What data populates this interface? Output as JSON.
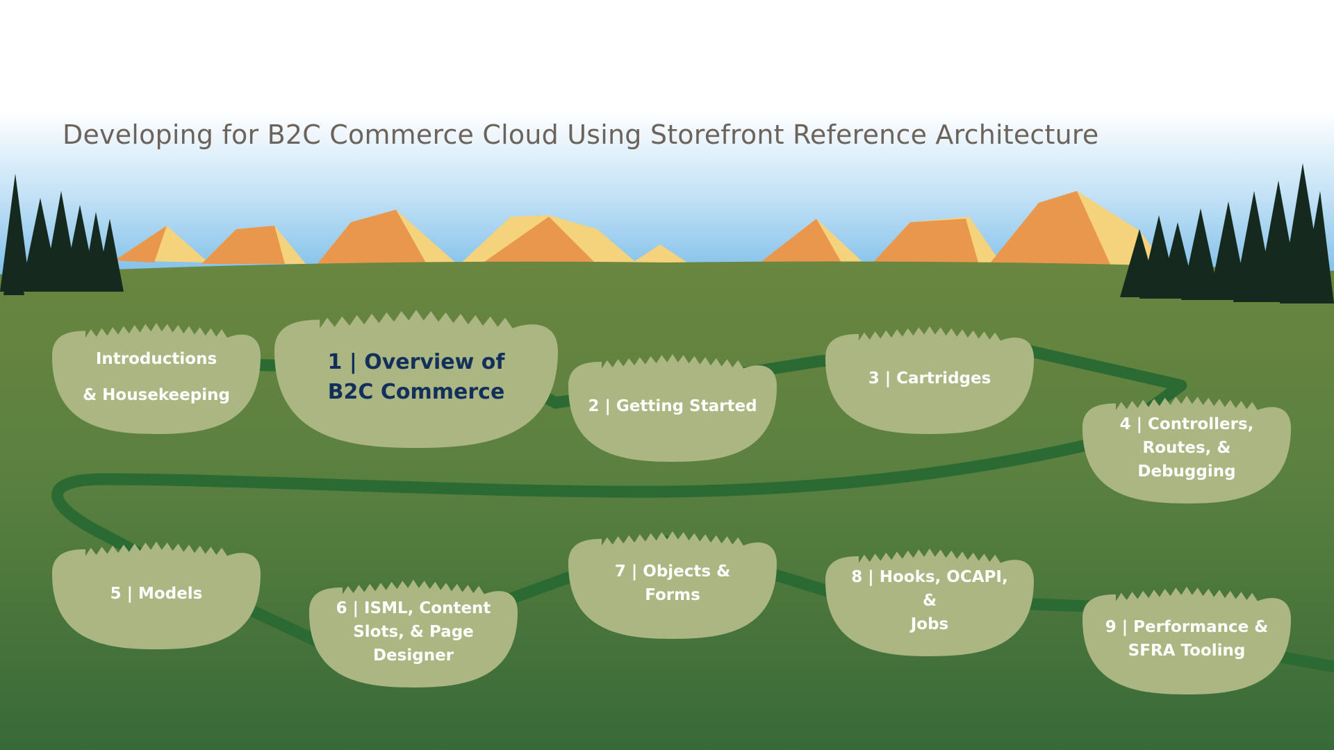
{
  "title": "Developing for B2C Commerce Cloud Using Storefront Reference Architecture",
  "colors": {
    "title_text": "#6b635c",
    "current_module_text": "#13305a",
    "module_text": "#ffffff",
    "bubble_fill": "#abb683",
    "path": "#2c6a33",
    "meadow_top": "#67843f",
    "meadow_bottom": "#3a6b37",
    "sky_blue": "#82c1ea",
    "mountain_orange": "#e8974c",
    "mountain_yellow": "#f5d37c",
    "tree_dark": "#16291e"
  },
  "modules": [
    {
      "id": "intro",
      "label": "Introductions\n& Housekeeping",
      "current": false
    },
    {
      "id": "m1",
      "label": "1 | Overview of\nB2C Commerce",
      "current": true
    },
    {
      "id": "m2",
      "label": "2 | Getting Started",
      "current": false
    },
    {
      "id": "m3",
      "label": "3 | Cartridges",
      "current": false
    },
    {
      "id": "m4",
      "label": "4 | Controllers,\nRoutes, &\nDebugging",
      "current": false
    },
    {
      "id": "m5",
      "label": "5 | Models",
      "current": false
    },
    {
      "id": "m6",
      "label": "6 | ISML, Content\nSlots, & Page\nDesigner",
      "current": false
    },
    {
      "id": "m7",
      "label": "7 | Objects & Forms",
      "current": false
    },
    {
      "id": "m8",
      "label": "8 | Hooks, OCAPI, &\nJobs",
      "current": false
    },
    {
      "id": "m9",
      "label": "9 | Performance &\nSFRA Tooling",
      "current": false
    }
  ]
}
